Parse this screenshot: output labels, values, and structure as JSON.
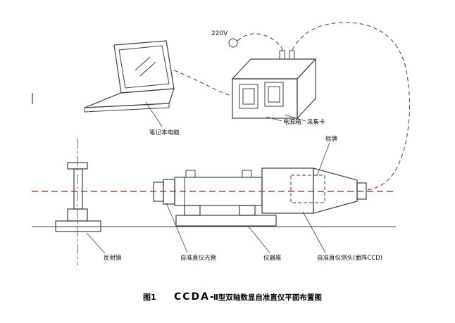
{
  "diagram": {
    "voltage": "220V",
    "labels": {
      "laptop": "笔记本电脑",
      "power_box": "电源箱",
      "capture_card": "采集卡",
      "nameplate": "标牌",
      "reflector": "反射镜",
      "tube": "自准直仪光管",
      "instrument_base": "仪器座",
      "head": "自准直仪测头(面阵CCD)"
    },
    "caption": {
      "figure_no": "图1",
      "latin": "CCDA-",
      "rest": "Ⅱ型双轴数显自准直仪平面布置图"
    },
    "colors": {
      "line": "#3d3d3d",
      "axis_red": "#ff2020"
    }
  }
}
